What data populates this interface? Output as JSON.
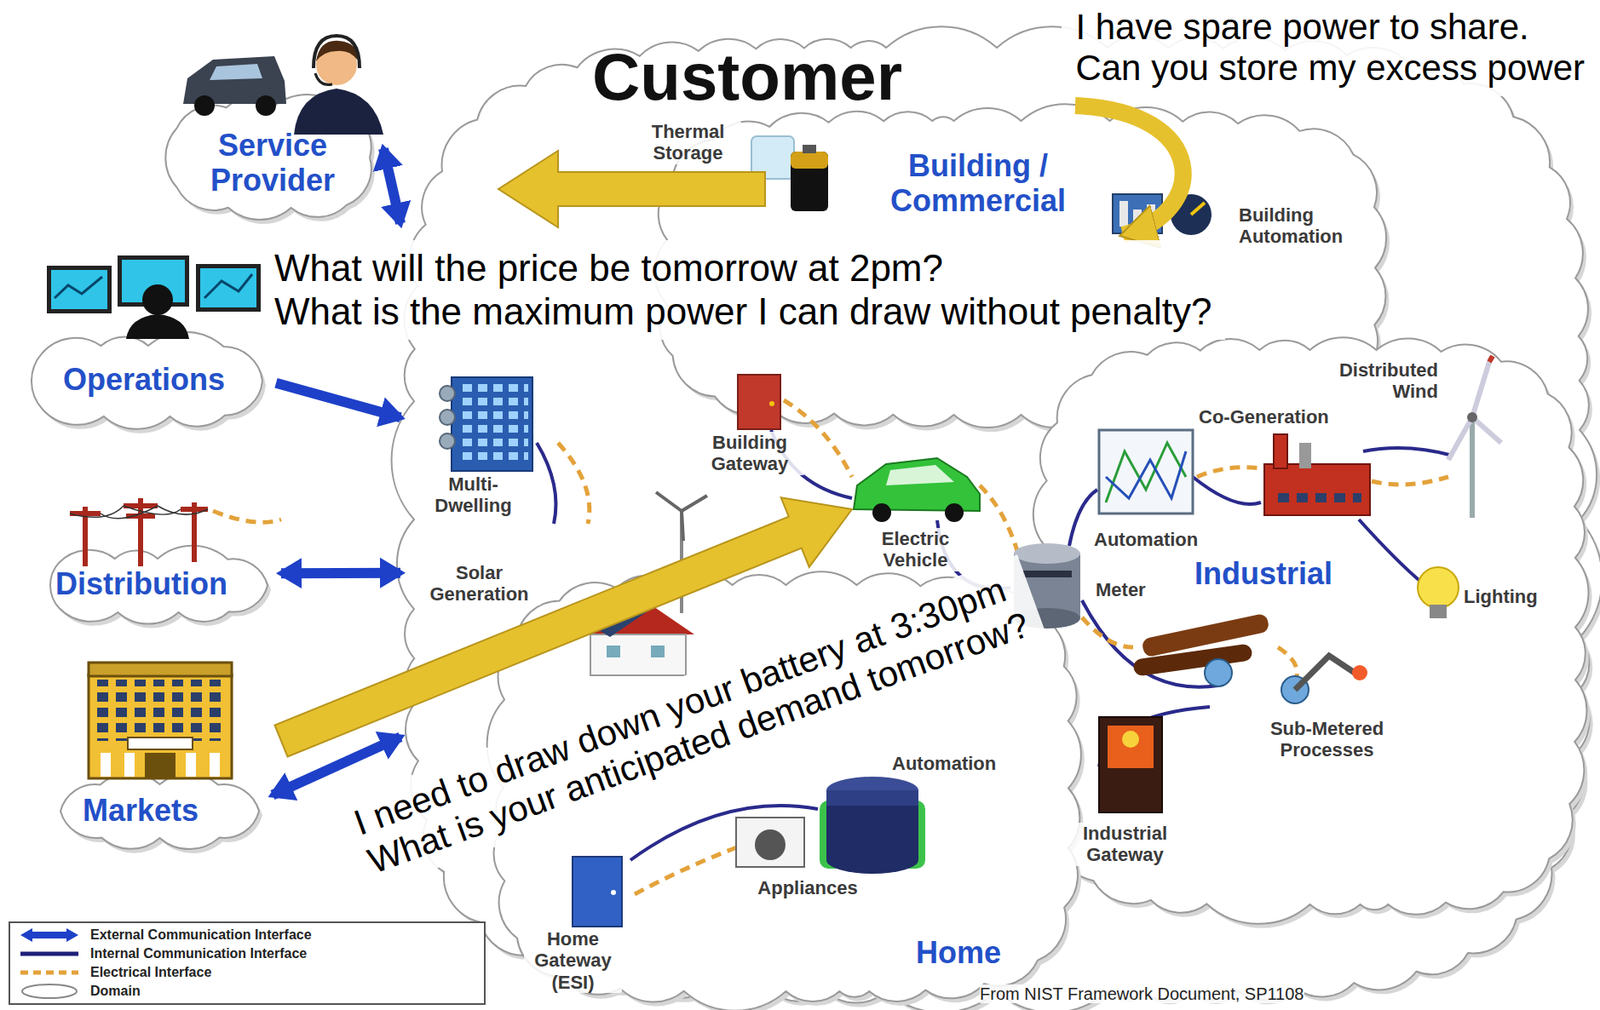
{
  "diagram": {
    "caption": "From NIST Framework Document, SP1108",
    "nodes": [
      {
        "text": [
          "Service Provider"
        ]
      },
      {
        "text": [
          "Customer"
        ]
      },
      {
        "text": [
          "Building / Commercial"
        ],
        "in": 1
      },
      {
        "text": [
          "Industrial"
        ],
        "in": 1
      },
      {
        "text": [
          "Home"
        ],
        "in": 1
      },
      {
        "text": [
          "Operations"
        ]
      },
      {
        "text": [
          "Distribution"
        ]
      },
      {
        "text": [
          "Markets"
        ]
      },
      {
        "text": [
          "I have spare power to share.",
          "Can you store my excess power"
        ]
      },
      {
        "text": [
          "What will the price be tomorrow at 2pm?",
          "What is the maximum power I can draw without penalty?"
        ]
      },
      {
        "text": [
          "I need to draw down your battery at 3:30pm",
          "What is your anticipated demand tomorrow?"
        ]
      }
    ],
    "edges": [
      {
        "from": 0,
        "to": 1,
        "arrow": "both"
      },
      {
        "from": 5,
        "to": 1,
        "arrow": "to"
      },
      {
        "from": 6,
        "to": 1,
        "arrow": "both"
      },
      {
        "from": 7,
        "to": 1,
        "arrow": "both"
      }
    ],
    "labels": [
      "Thermal Storage",
      "Building Automation",
      "Distributed Wind",
      "Co-Generation",
      "Building Gateway",
      "Multi-Dwelling",
      "Electric Vehicle",
      "Automation",
      "Meter",
      "Solar Generation",
      "Lighting",
      "Sub-Metered Processes",
      "Industrial Gateway",
      "Appliances",
      "Automation",
      "Home Gateway (ESI)"
    ],
    "legend": [
      {
        "text": "External Communication Interface"
      },
      {
        "text": "Internal Communication Interface"
      },
      {
        "text": "Electrical Interface"
      },
      {
        "text": "Domain"
      }
    ]
  }
}
